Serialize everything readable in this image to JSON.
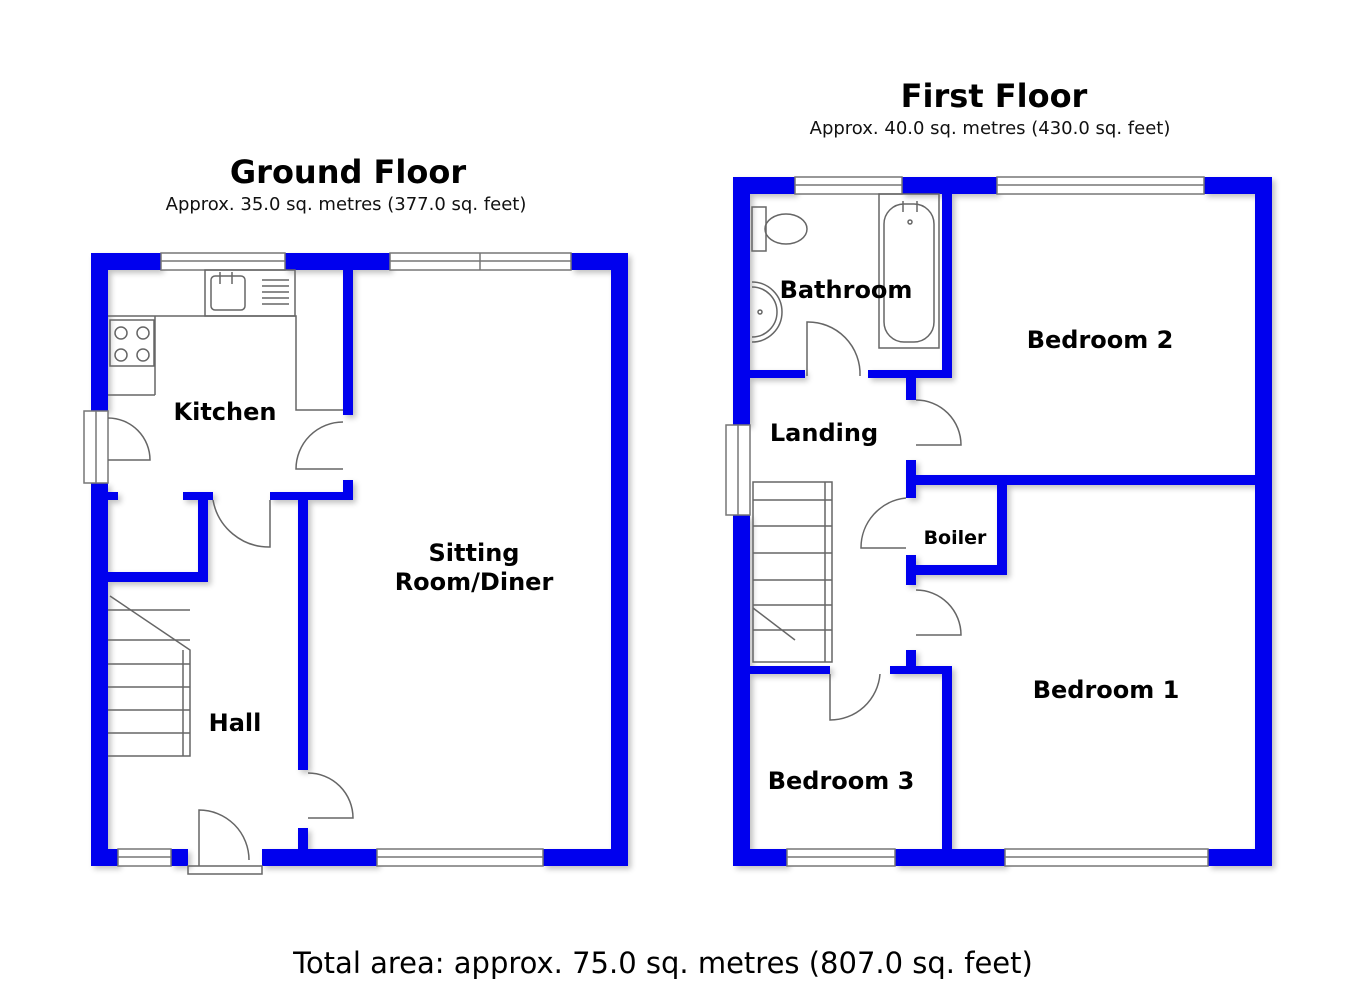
{
  "ground_floor": {
    "title": "Ground Floor",
    "area": "Approx. 35.0 sq. metres (377.0 sq. feet)",
    "rooms": {
      "kitchen": "Kitchen",
      "hall": "Hall",
      "sitting_line1": "Sitting",
      "sitting_line2": "Room/Diner"
    }
  },
  "first_floor": {
    "title": "First Floor",
    "area": "Approx. 40.0 sq. metres (430.0 sq. feet)",
    "rooms": {
      "bathroom": "Bathroom",
      "bedroom2": "Bedroom 2",
      "landing": "Landing",
      "boiler": "Boiler",
      "bedroom1": "Bedroom 1",
      "bedroom3": "Bedroom 3"
    }
  },
  "total_area": "Total area: approx. 75.0 sq. metres (807.0 sq. feet)",
  "colors": {
    "wall": "#0000ee",
    "fixture": "#666666",
    "background": "#ffffff"
  }
}
